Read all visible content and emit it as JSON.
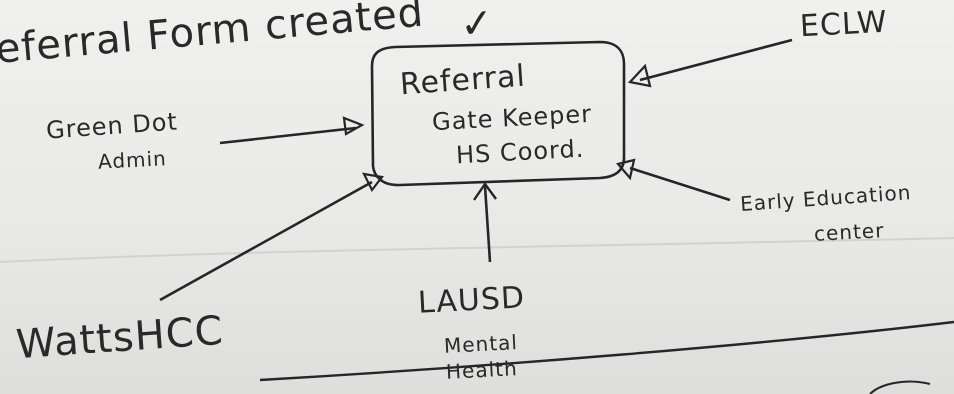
{
  "header_note": "eferral Form created",
  "header_check": "✓",
  "center_node": {
    "line1": "Referral",
    "line2": "Gate Keeper",
    "line3": "HS Coord."
  },
  "nodes": {
    "green_dot": {
      "line1": "Green Dot",
      "line2": "Admin"
    },
    "eclw": {
      "label": "ECLW"
    },
    "early_education": {
      "line1": "Early Education",
      "line2": "center"
    },
    "watts": {
      "label": "WattsHCC"
    },
    "lausd": {
      "line1": "LAUSD",
      "line2": "Mental",
      "line3": "Health"
    }
  }
}
